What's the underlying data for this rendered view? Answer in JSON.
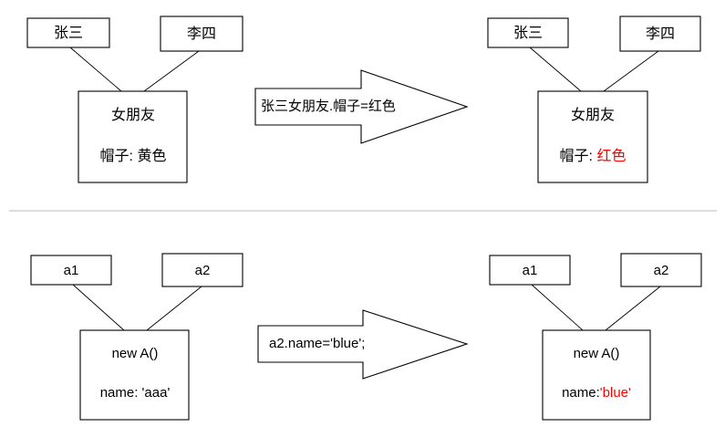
{
  "meta": {
    "title": "Object reference assignment diagram",
    "background": "#ffffff",
    "accent_color": "#ff0000",
    "line_color": "#000000",
    "divider_color": "#c8c8c8"
  },
  "sections": [
    {
      "id": "top-analogy",
      "before": {
        "ref_boxes": [
          {
            "label": "张三"
          },
          {
            "label": "李四"
          }
        ],
        "object_box": {
          "title": "女朋友",
          "property_label": "帽子: ",
          "property_value": "黄色",
          "property_value_highlighted": false
        }
      },
      "arrow": {
        "label": "张三女朋友.帽子=红色"
      },
      "after": {
        "ref_boxes": [
          {
            "label": "张三"
          },
          {
            "label": "李四"
          }
        ],
        "object_box": {
          "title": "女朋友",
          "property_label": "帽子: ",
          "property_value": "红色",
          "property_value_highlighted": true
        }
      }
    },
    {
      "id": "bottom-code",
      "before": {
        "ref_boxes": [
          {
            "label": "a1"
          },
          {
            "label": "a2"
          }
        ],
        "object_box": {
          "title": "new A()",
          "property_label": "name: ",
          "property_value": "'aaa'",
          "property_value_highlighted": false
        }
      },
      "arrow": {
        "label": "a2.name='blue';"
      },
      "after": {
        "ref_boxes": [
          {
            "label": "a1"
          },
          {
            "label": "a2"
          }
        ],
        "object_box": {
          "title": "new A()",
          "property_label": "name:",
          "property_value": "'blue'",
          "property_value_highlighted": true
        }
      }
    }
  ]
}
